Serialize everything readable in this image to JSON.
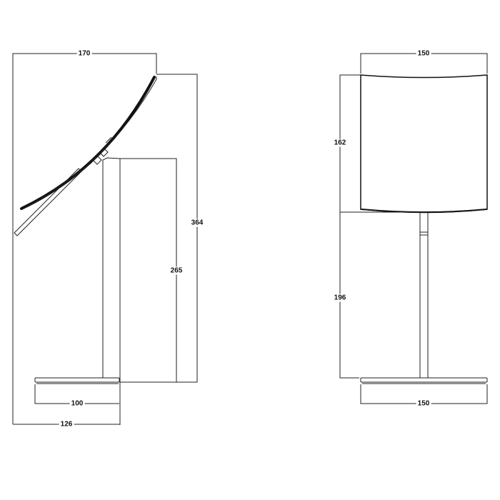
{
  "side_view": {
    "dimensions": {
      "top_width": "170",
      "total_height": "364",
      "pole_height": "265",
      "base_width": "100",
      "total_depth": "126"
    }
  },
  "front_view": {
    "dimensions": {
      "screen_width": "150",
      "screen_height": "162",
      "pole_height": "196",
      "base_width": "150"
    }
  }
}
